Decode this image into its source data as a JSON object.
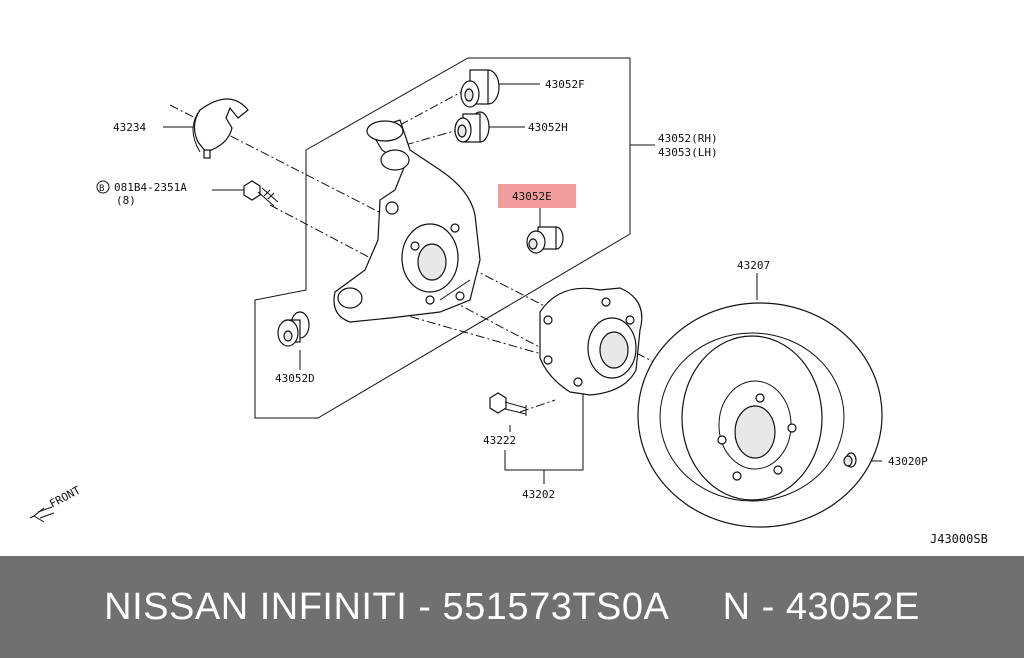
{
  "labels": {
    "p43052F": "43052F",
    "p43052H": "43052H",
    "p43234": "43234",
    "bolt_prefix": "B",
    "bolt_code": "081B4-2351A",
    "bolt_qty": "(8)",
    "p43052_rh": "43052(RH)",
    "p43053_lh": "43053(LH)",
    "p43052E": "43052E",
    "p43207": "43207",
    "p43052D": "43052D",
    "p43222": "43222",
    "p43020P": "43020P",
    "p43202": "43202",
    "front": "FRONT",
    "diagram_id": "J43000SB"
  },
  "highlight_color": "#f08c8c",
  "footer": {
    "brand": "NISSAN INFINITI",
    "separator": " - ",
    "part_number": "551573TS0A",
    "gap": "     ",
    "ref_prefix": "N",
    "ref_number": "43052E"
  }
}
